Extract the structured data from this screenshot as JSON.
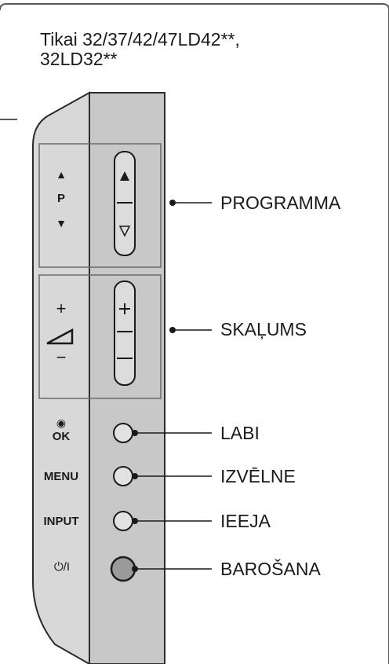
{
  "title": "Tikai 32/37/42/47LD42**,\n32LD32**",
  "panel": {
    "program_up_symbol": "▲",
    "program_letter": "P",
    "program_down_symbol": "▼",
    "volume_plus": "+",
    "volume_minus": "−",
    "ok_symbol": "◉",
    "ok_label": "OK",
    "menu_label": "MENU",
    "input_label": "INPUT",
    "power_label": "⏻/I"
  },
  "callouts": {
    "programma": "PROGRAMMA",
    "skalums": "SKAĻUMS",
    "labi": "LABI",
    "izvelne": "IZVĒLNE",
    "ieeja": "IEEJA",
    "barosana": "BAROŠANA"
  },
  "colors": {
    "frame": "#5a5a5a",
    "panel_left": "#d6d6d6",
    "panel_right": "#c8c8c8",
    "panel_edge": "#2b2b2b",
    "power_button": "#9a9a9a"
  }
}
